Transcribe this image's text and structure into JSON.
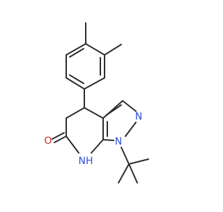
{
  "atoms": {
    "carbonyl_oxygen": "O",
    "ring_nh": "NH",
    "pyrazole_n1": "N",
    "pyrazole_n2": "N"
  },
  "colors": {
    "bond": "#2b2b2b",
    "nitrogen": "#2e4fd6",
    "oxygen": "#d42a2a",
    "background": "#ffffff"
  }
}
